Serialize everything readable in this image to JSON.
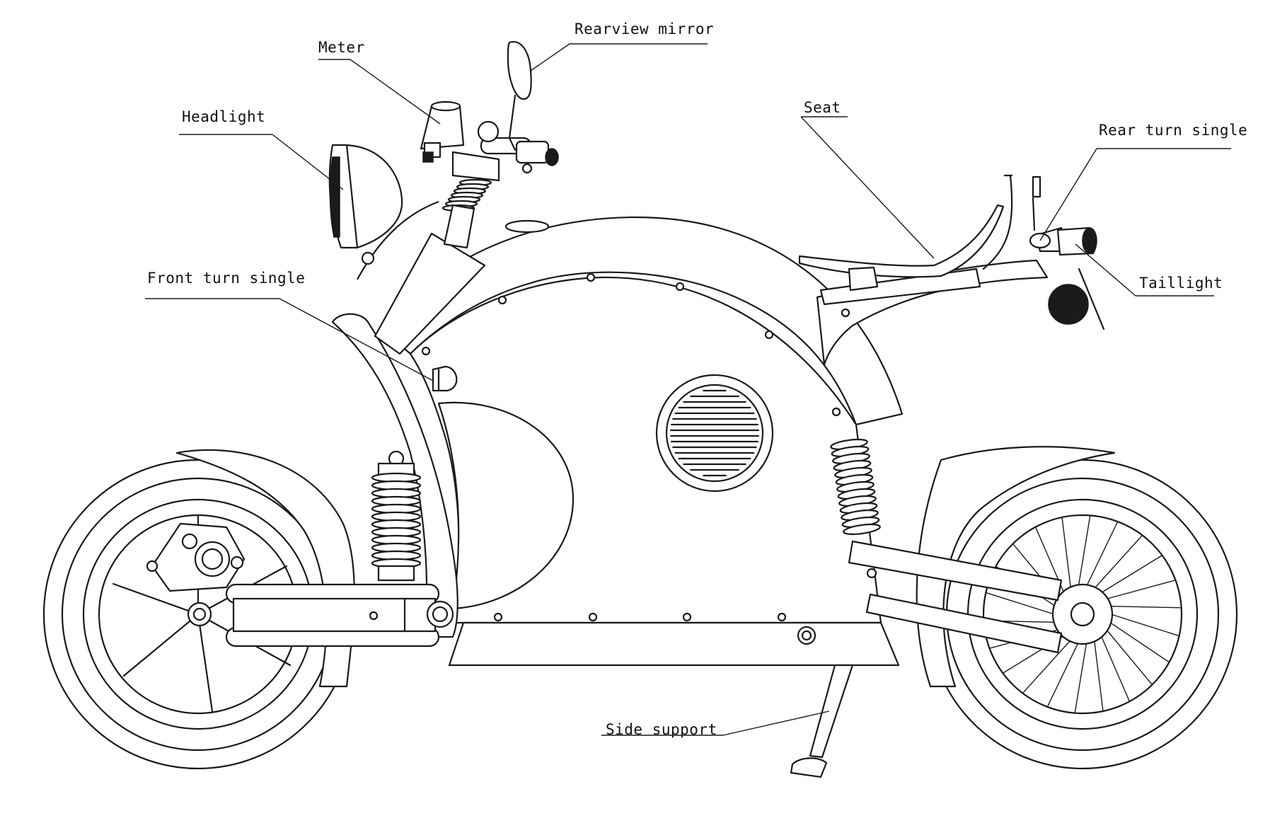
{
  "diagram": {
    "labels": {
      "rearview_mirror": "Rearview mirror",
      "meter": "Meter",
      "headlight": "Headlight",
      "seat": "Seat",
      "rear_turn_single": "Rear turn single",
      "taillight": "Taillight",
      "front_turn_single": "Front turn single",
      "side_support": "Side support"
    },
    "colors": {
      "line": "#1a1a1a",
      "background": "#ffffff"
    }
  }
}
